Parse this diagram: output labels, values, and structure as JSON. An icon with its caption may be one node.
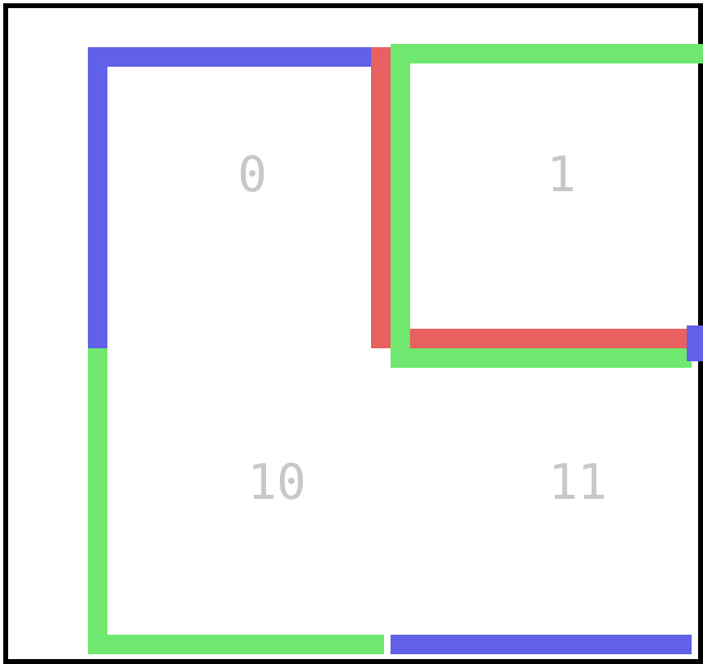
{
  "diagram": {
    "labels": [
      "0",
      "1",
      "10",
      "11"
    ]
  }
}
